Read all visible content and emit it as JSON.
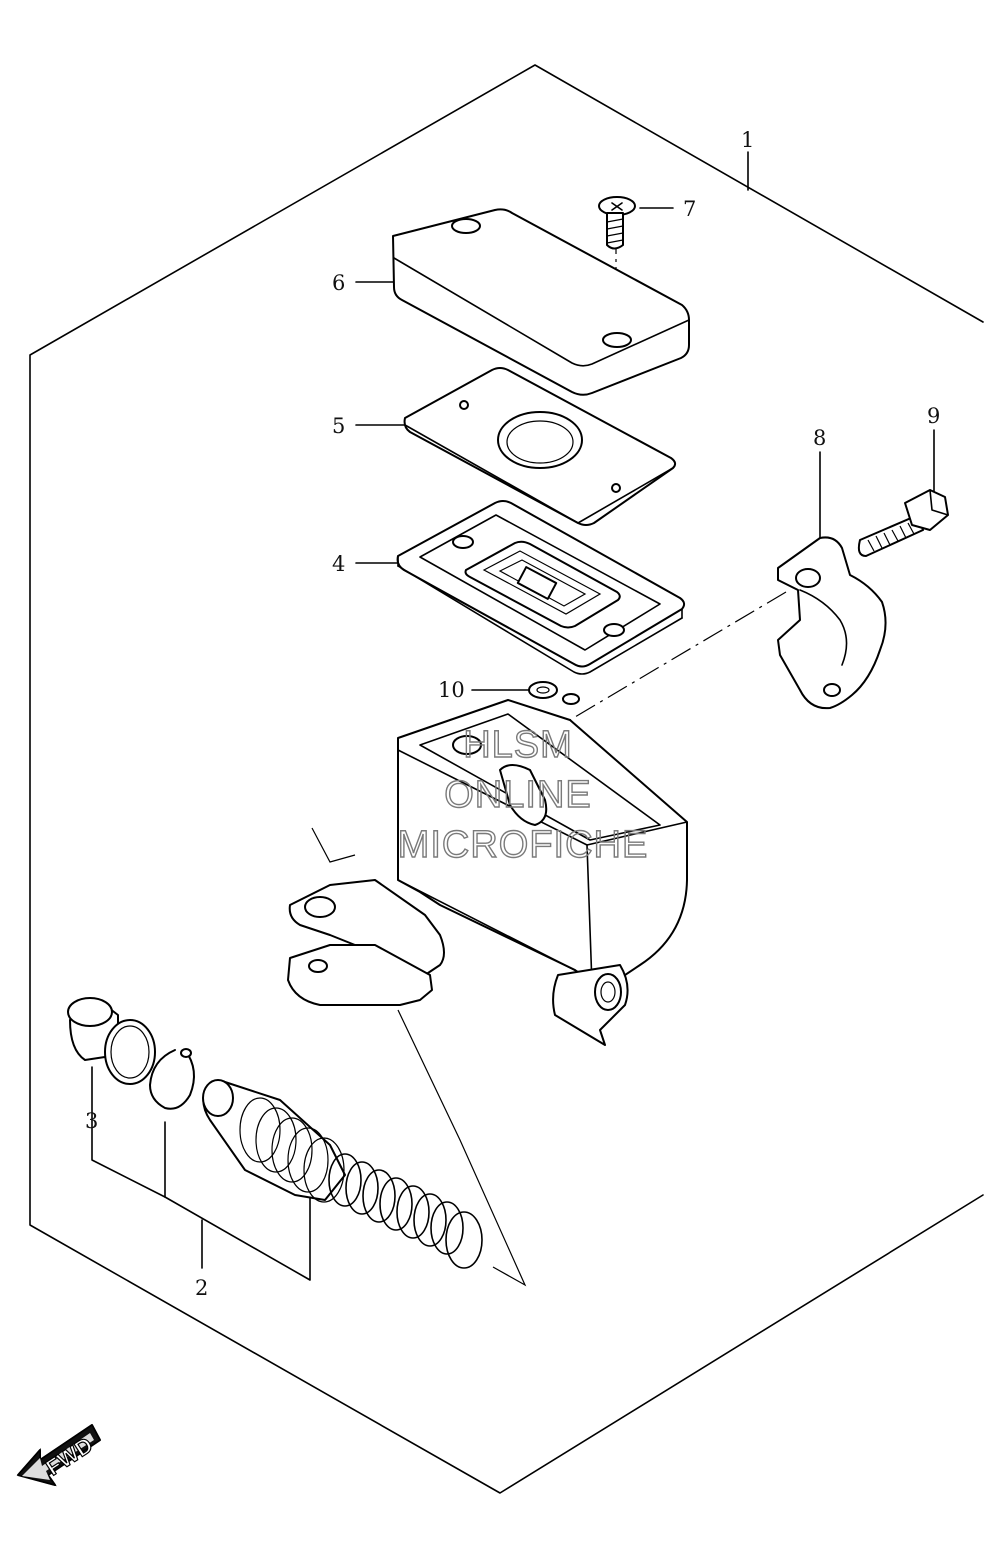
{
  "callouts": {
    "c1": "1",
    "c2": "2",
    "c3": "3",
    "c4": "4",
    "c5": "5",
    "c6": "6",
    "c7": "7",
    "c8": "8",
    "c9": "9",
    "c10": "10"
  },
  "watermark": {
    "line1": "HLSM",
    "line2": "ONLINE",
    "line3": "MICROFICHE"
  },
  "direction_arrow": {
    "label": "FWD"
  }
}
